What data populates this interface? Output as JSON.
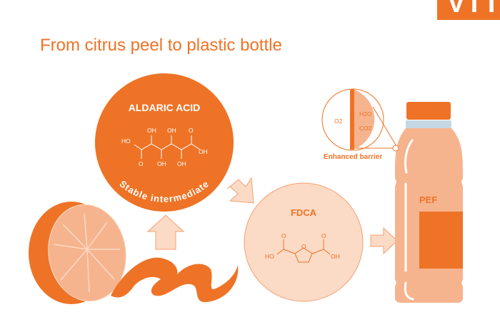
{
  "logo": {
    "text": "VTT"
  },
  "title": "From citrus peel to plastic bottle",
  "aldaric": {
    "title": "ALDARIC ACID",
    "caption": "Stable intermediate",
    "labels": [
      "HO",
      "OH",
      "OH",
      "O",
      "OH",
      "O",
      "OH",
      "OH"
    ]
  },
  "fdca": {
    "title": "FDCA",
    "labels": [
      "O",
      "O",
      "O",
      "HO",
      "OH"
    ]
  },
  "barrier": {
    "label": "Enhanced barrier",
    "o2": "O2",
    "h2o": "H2O",
    "co2": "CO2"
  },
  "bottle": {
    "label": "PEF"
  },
  "colors": {
    "orange": "#ee7326",
    "light": "#f6b48e",
    "pale": "#fbdac6",
    "neck": "#c4d7e3"
  }
}
